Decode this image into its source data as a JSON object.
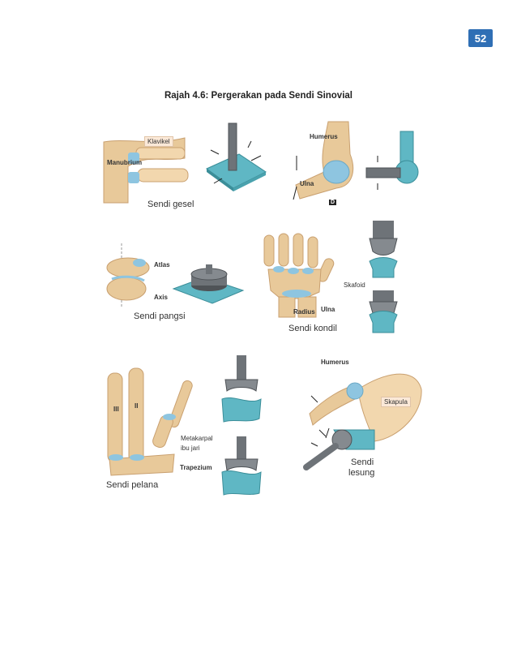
{
  "page_number": "52",
  "figure_title": "Rajah 4.6: Pergerakan pada Sendi Sinovial",
  "joints": {
    "gesel": {
      "label": "Sendi gesel",
      "bone_labels": [
        "Klavikel",
        "Manubrium"
      ]
    },
    "engsel_bones": [
      "Humerus",
      "Ulna"
    ],
    "engsel_tag": "D",
    "pangsi": {
      "label": "Sendi pangsi",
      "bone_labels": [
        "Atlas",
        "Axis"
      ]
    },
    "kondil": {
      "label": "Sendi kondil",
      "bone_labels": [
        "Skafoid",
        "Radius",
        "Ulna"
      ]
    },
    "pelana": {
      "label": "Sendi pelana",
      "bone_labels": [
        "Metakarpal",
        "ibu jari",
        "Trapezium",
        "III",
        "II"
      ]
    },
    "lesung": {
      "label_line1": "Sendi",
      "label_line2": "lesung",
      "bone_labels": [
        "Humerus",
        "Skapula"
      ]
    }
  },
  "colors": {
    "badge": "#2f6fb5",
    "bone": "#e8c99a",
    "cartilage": "#8ec5e0",
    "model_teal": "#5fb7c4",
    "model_grey": "#6e7378"
  }
}
